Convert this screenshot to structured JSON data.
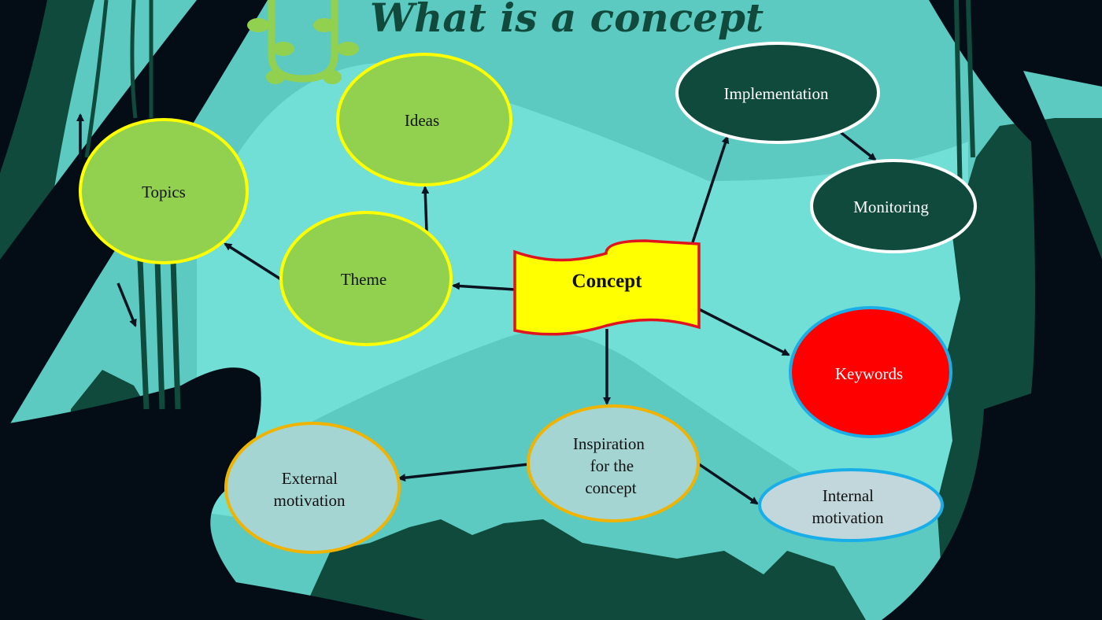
{
  "slide": {
    "title": "What is a concept",
    "colors": {
      "background": "#5ccac0",
      "light_teal": "#72dfd6",
      "dark_forest": "#0f4a3c",
      "silhouette": "#040d16",
      "lime": "#92d050",
      "yellow": "#ffff00",
      "red": "#ff0000",
      "gray_blue": "#a5d5d2",
      "blue_border": "#1aaee8",
      "gold_border": "#f0b400"
    },
    "central": {
      "label": "Concept"
    },
    "nodes": {
      "ideas": "Ideas",
      "topics": "Topics",
      "theme": "Theme",
      "implementation": "Implementation",
      "monitoring": "Monitoring",
      "keywords": "Keywords",
      "inspiration": [
        "Inspiration",
        "for the",
        "concept"
      ],
      "external": [
        "External",
        "motivation"
      ],
      "internal": [
        "Internal",
        "motivation"
      ]
    }
  }
}
